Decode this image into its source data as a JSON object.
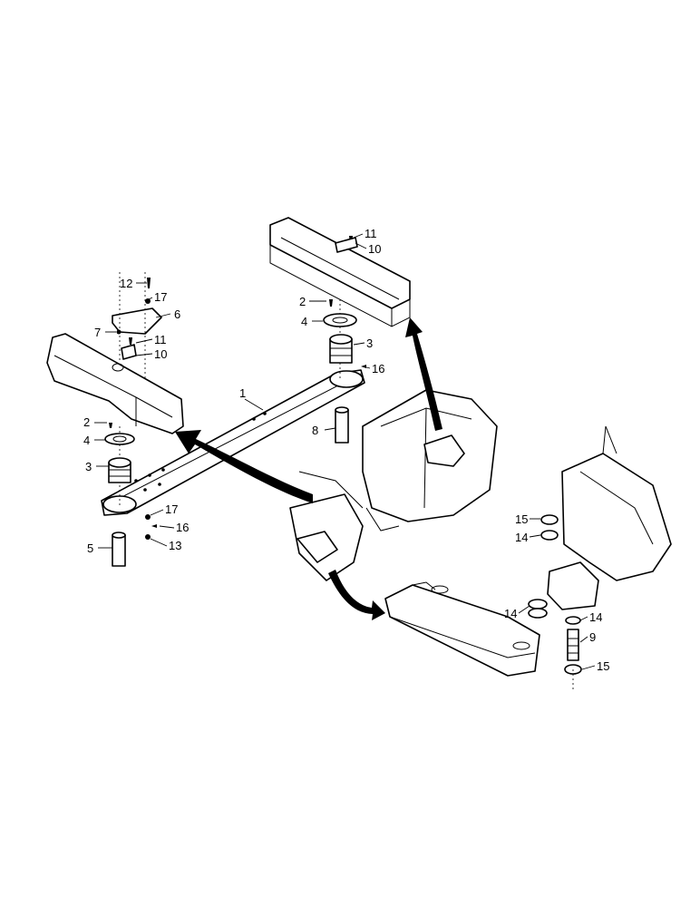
{
  "callouts": {
    "c1": "1",
    "c2a": "2",
    "c2b": "2",
    "c3a": "3",
    "c3b": "3",
    "c4a": "4",
    "c4b": "4",
    "c5": "5",
    "c6": "6",
    "c7": "7",
    "c8": "8",
    "c9": "9",
    "c10a": "10",
    "c10b": "10",
    "c11a": "11",
    "c11b": "11",
    "c12": "12",
    "c13": "13",
    "c14a": "14",
    "c14b": "14",
    "c14c": "14",
    "c15a": "15",
    "c15b": "15",
    "c16a": "16",
    "c16b": "16",
    "c17a": "17",
    "c17b": "17"
  }
}
